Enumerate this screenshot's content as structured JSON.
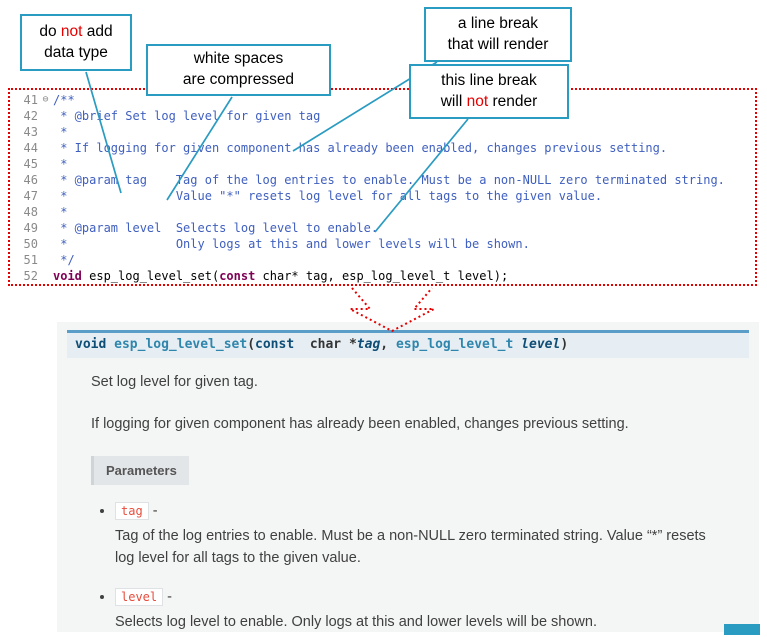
{
  "callouts": {
    "box1": {
      "pre": "do ",
      "em": "not",
      "post": " add",
      "line2": "data type"
    },
    "box2": {
      "line1": "white spaces",
      "line2": "are  compressed"
    },
    "box3": {
      "line1": "a line break",
      "line2": "that will render"
    },
    "box4": {
      "line1": "this line break",
      "pre": "will ",
      "em": "not",
      "post": " render"
    }
  },
  "colors": {
    "annotation_accent": "#2a9bc1",
    "alert_red": "#e60000",
    "doxygen_comment": "#3f5fbf",
    "keyword": "#7f0055",
    "doc_signature_border": "#5b9dc9",
    "doc_literal": "#e74c3c"
  },
  "editor": {
    "lines": [
      {
        "num": "41",
        "fold": "⊖",
        "text": "/**"
      },
      {
        "num": "42",
        "text": " * @brief Set log level for given tag"
      },
      {
        "num": "43",
        "text": " *"
      },
      {
        "num": "44",
        "text": " * If logging for given component has already been enabled, changes previous setting."
      },
      {
        "num": "45",
        "text": " *"
      },
      {
        "num": "46",
        "text": " * @param tag    Tag of the log entries to enable. Must be a non-NULL zero terminated string."
      },
      {
        "num": "47",
        "text": " *               Value \"*\" resets log level for all tags to the given value."
      },
      {
        "num": "48",
        "text": " *"
      },
      {
        "num": "49",
        "text": " * @param level  Selects log level to enable."
      },
      {
        "num": "50",
        "text": " *               Only logs at this and lower levels will be shown."
      },
      {
        "num": "51",
        "text": " */"
      }
    ],
    "line52": {
      "num": "52",
      "kw1": "void ",
      "name": "esp_log_level_set",
      "p1": "(",
      "kw2": "const",
      "rest": " char* tag, esp_log_level_t level);"
    }
  },
  "doc": {
    "signature": {
      "kw1": "void ",
      "name": "esp_log_level_set",
      "p1": "(",
      "kw2": "const",
      "t1": "  char *",
      "arg1": "tag",
      "comma": ", ",
      "type": "esp_log_level_t ",
      "arg2": "level",
      "p2": ")"
    },
    "p1": "Set log level for given tag.",
    "p2": "If logging for given component has already been enabled, changes previous setting.",
    "params_label": "Parameters",
    "params": [
      {
        "name": "tag",
        "dash": " -",
        "desc": "Tag of the log entries to enable. Must be a non-NULL zero terminated string. Value “*” resets log level for all tags to the given value."
      },
      {
        "name": "level",
        "dash": " -",
        "desc": "Selects log level to enable. Only logs at this and lower levels will be shown."
      }
    ]
  }
}
